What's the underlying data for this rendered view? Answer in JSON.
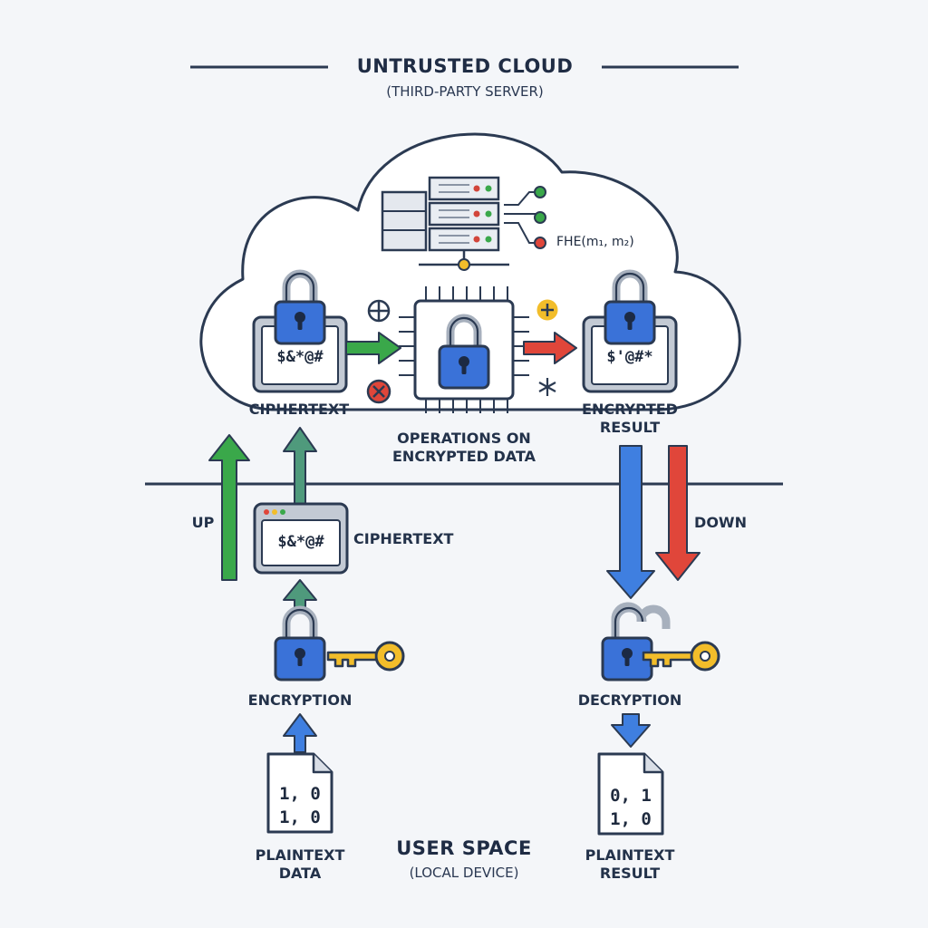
{
  "header": {
    "title": "UNTRUSTED CLOUD",
    "subtitle": "(THIRD-PARTY SERVER)"
  },
  "cloud": {
    "server_formula": "FHE(m₁, m₂)",
    "ciphertext": {
      "data": "$&*@#",
      "label": "CIPHERTEXT"
    },
    "operations": {
      "label_line1": "OPERATIONS ON",
      "label_line2": "ENCRYPTED DATA"
    },
    "encrypted_result": {
      "data": "$'@#*",
      "label_line1": "ENCRYPTED",
      "label_line2": "RESULT"
    }
  },
  "user_space": {
    "title": "USER SPACE",
    "subtitle": "(LOCAL DEVICE)",
    "up_label": "UP",
    "down_label": "DOWN",
    "ciphertext": {
      "data": "$&*@#",
      "label": "CIPHERTEXT"
    },
    "encryption_label": "ENCRYPTION",
    "decryption_label": "DECRYPTION",
    "plaintext_data": {
      "line1": "1, 0",
      "line2": "1, 0",
      "label_line1": "PLAINTEXT",
      "label_line2": "DATA"
    },
    "plaintext_result": {
      "line1": "0, 1",
      "line2": "1, 0",
      "label_line1": "PLAINTEXT",
      "label_line2": "RESULT"
    }
  },
  "colors": {
    "lock_blue": "#3a72d8",
    "arrow_green": "#3aa84a",
    "arrow_teal": "#4f9a7c",
    "arrow_red": "#e0463a",
    "arrow_blue": "#3f7fe0",
    "key_gold": "#f2bd2a",
    "outline": "#2b3a52"
  }
}
